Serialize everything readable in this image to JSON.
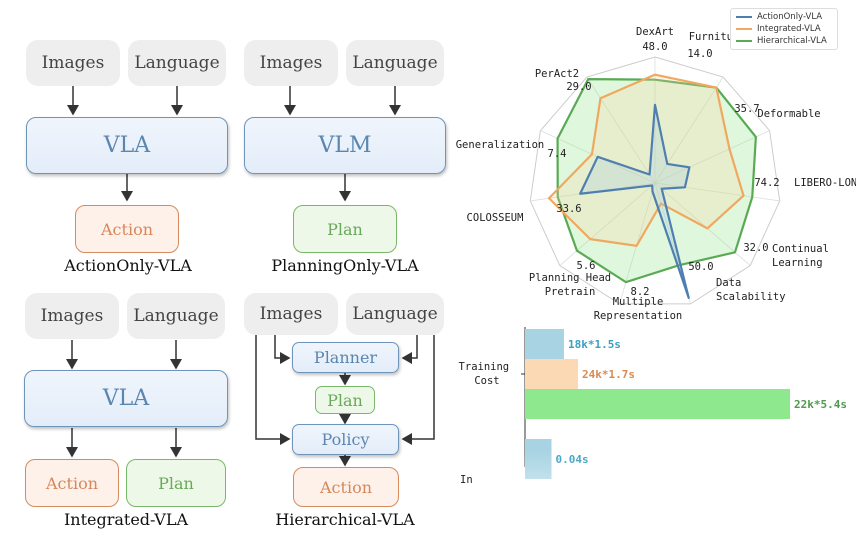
{
  "diagrams": {
    "action_only": {
      "inputs": [
        "Images",
        "Language"
      ],
      "model": "VLA",
      "outputs": [
        "Action"
      ],
      "caption": "ActionOnly-VLA"
    },
    "planning_only": {
      "inputs": [
        "Images",
        "Language"
      ],
      "model": "VLM",
      "outputs": [
        "Plan"
      ],
      "caption": "PlanningOnly-VLA"
    },
    "integrated": {
      "inputs": [
        "Images",
        "Language"
      ],
      "model": "VLA",
      "outputs": [
        "Action",
        "Plan"
      ],
      "caption": "Integrated-VLA"
    },
    "hierarchical": {
      "inputs": [
        "Images",
        "Language"
      ],
      "planner": "Planner",
      "plan": "Plan",
      "policy": "Policy",
      "output": "Action",
      "caption": "Hierarchical-VLA"
    }
  },
  "colors": {
    "action_only": "#4f7fb0",
    "integrated": "#f0a860",
    "hierarchical": "#5aaa55",
    "grid": "#cccccc",
    "bar_blue": "#a8d3e3",
    "bar_orange": "#fcd9b5",
    "bar_green": "#8ee88e",
    "label_blue": "#3aa0c0",
    "label_orange": "#d98a50",
    "label_green": "#4f9a4f"
  },
  "chart_data": [
    {
      "type": "radar",
      "title": "",
      "legend": {
        "position": "top-right",
        "entries": [
          "ActionOnly-VLA",
          "Integrated-VLA",
          "Hierarchical-VLA"
        ]
      },
      "axes": [
        {
          "label": "DexArt",
          "value_label": "48.0"
        },
        {
          "label": "FurnitureBench",
          "value_label": "14.0"
        },
        {
          "label": "Deformable",
          "value_label": "35.7"
        },
        {
          "label": "LIBERO-LONG",
          "value_label": "74.2"
        },
        {
          "label": "Continual\nLearning",
          "value_label": "32.0"
        },
        {
          "label": "Data\nScalability",
          "value_label": "50.0"
        },
        {
          "label": "Multiple\nRepresentation",
          "value_label": "8.2"
        },
        {
          "label": "Planning Head\nPretrain",
          "value_label": "5.6"
        },
        {
          "label": "COLOSSEUM",
          "value_label": "33.6"
        },
        {
          "label": "Generalization",
          "value_label": "7.4"
        },
        {
          "label": "PerAct2",
          "value_label": "29.0"
        }
      ],
      "range": [
        0,
        1
      ],
      "grid_rings": 1,
      "series": [
        {
          "name": "ActionOnly-VLA",
          "values": [
            0.62,
            0.18,
            0.3,
            0.24,
            0.07,
            0.95,
            0.07,
            0.03,
            0.6,
            0.5,
            0.08
          ]
        },
        {
          "name": "Integrated-VLA",
          "values": [
            0.86,
            0.9,
            0.65,
            0.71,
            0.55,
            0.17,
            0.52,
            0.68,
            0.85,
            0.55,
            0.8
          ]
        },
        {
          "name": "Hierarchical-VLA",
          "values": [
            0.82,
            0.9,
            0.88,
            0.78,
            0.84,
            0.68,
            0.82,
            0.82,
            0.78,
            0.85,
            0.98
          ]
        }
      ]
    },
    {
      "type": "bar",
      "orientation": "horizontal",
      "categories": [
        "Training\nCost",
        "In..."
      ],
      "series": [
        {
          "name": "ActionOnly-VLA",
          "values": [
            0.147,
            0.1
          ],
          "labels": [
            "18k*1.5s",
            "0.04s"
          ]
        },
        {
          "name": "Integrated-VLA",
          "values": [
            0.2,
            null
          ],
          "labels": [
            "24k*1.7s",
            ""
          ]
        },
        {
          "name": "Hierarchical-VLA",
          "values": [
            1.0,
            null
          ],
          "labels": [
            "22k*5.4s",
            ""
          ]
        }
      ],
      "xlim": [
        0,
        1
      ],
      "note": "values are relative bar lengths (fraction of the longest bar)"
    }
  ]
}
